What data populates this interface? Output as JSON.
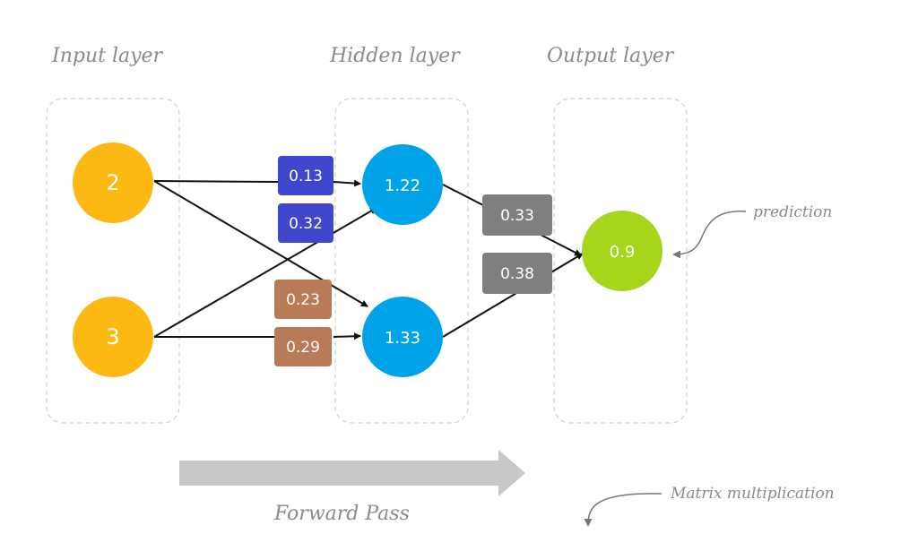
{
  "layers": {
    "input_label": "Input layer",
    "hidden_label": "Hidden layer",
    "output_label": "Output layer"
  },
  "nodes": {
    "input_top": "2",
    "input_bottom": "3",
    "hidden_top": "1.22",
    "hidden_bottom": "1.33",
    "output": "0.9"
  },
  "weights": {
    "w_in_top_to_hidden_top": "0.13",
    "w_in_bottom_to_hidden_top": "0.32",
    "w_in_top_to_hidden_bottom": "0.23",
    "w_in_bottom_to_hidden_bottom": "0.29",
    "w_hidden_top_to_output": "0.33",
    "w_hidden_bottom_to_output": "0.38"
  },
  "annotations": {
    "prediction": "prediction",
    "forward_pass": "Forward Pass",
    "matrix_multiplication": "Matrix multiplication"
  },
  "colors": {
    "input_node": "#FDB913",
    "hidden_node": "#00A2E8",
    "output_node": "#A6D51C",
    "weight_blue": "#3F48CC",
    "weight_brown": "#B97A57",
    "weight_gray": "#7F7F7F",
    "arrow_gray": "#C8C8C8"
  }
}
